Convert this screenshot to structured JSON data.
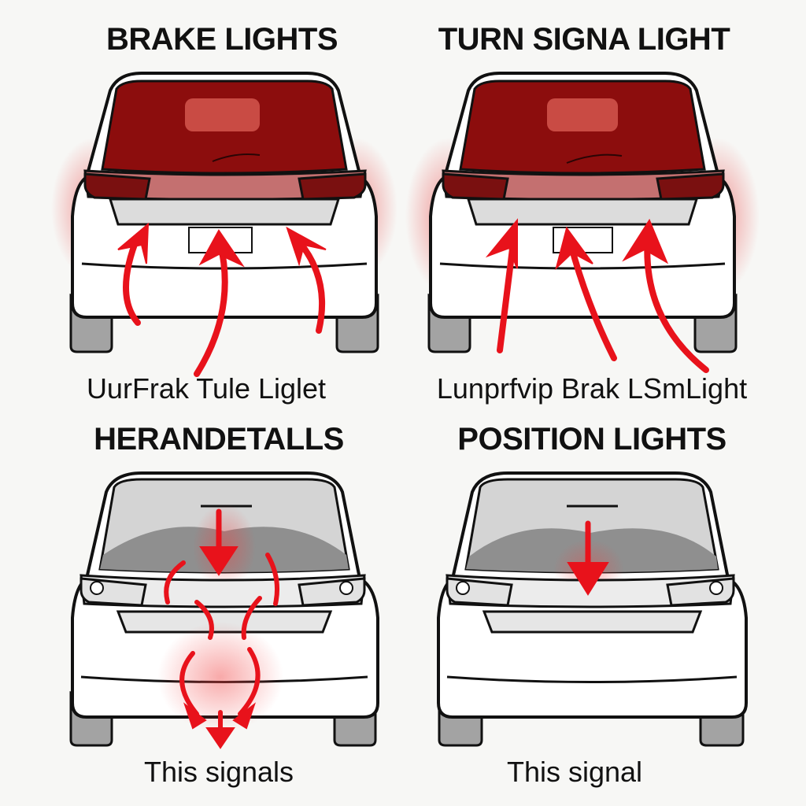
{
  "panels": [
    {
      "title": "BRAKE LIGHTS",
      "caption": "UurFrak  Tule Liglet",
      "state": "lit",
      "arrows": "up-three"
    },
    {
      "title": "TURN SIGNA LIGHT",
      "caption": "Lunprfvip  Brak LSmLight",
      "state": "lit",
      "arrows": "up-three"
    },
    {
      "title": "HERANDETALLS",
      "caption": "This signals",
      "state": "unlit",
      "arrows": "down-swirl"
    },
    {
      "title": "POSITION LIGHTS",
      "caption": "This signal",
      "state": "unlit",
      "arrows": "down-single"
    }
  ],
  "colors": {
    "outline": "#111111",
    "arrow": "#e8121b",
    "lit_glass": "#8c0d0d",
    "lit_glow": "#f2a0a0",
    "unlit_glass": "#d4d4d4",
    "unlit_glass_shade": "#8f8f8f",
    "body": "#ffffff",
    "tire": "#a3a3a3"
  }
}
